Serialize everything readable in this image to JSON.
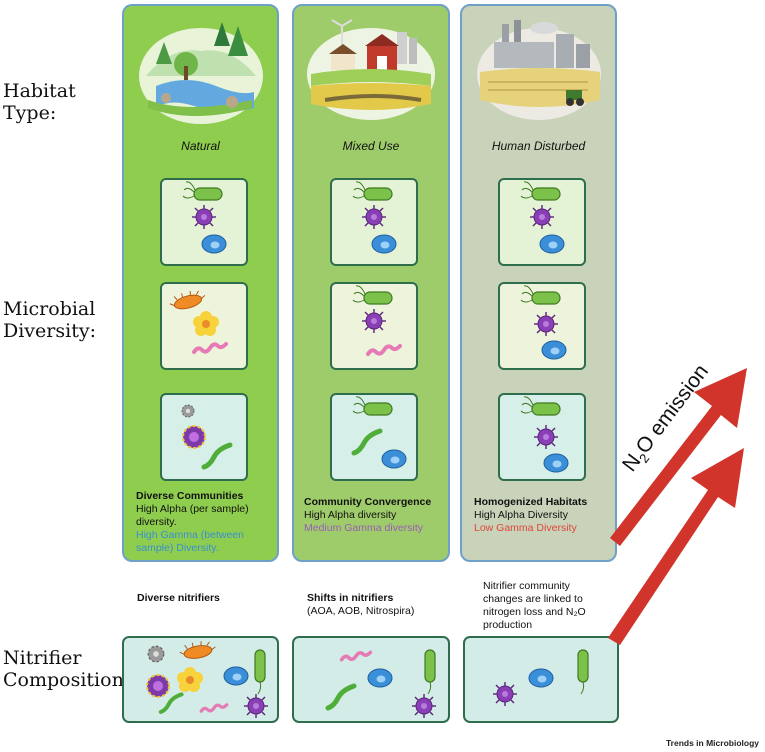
{
  "row_labels": {
    "habitat": "Habitat Type:",
    "habitat_line1": "Habitat",
    "habitat_line2": "Type:",
    "microbial_line1": "Microbial",
    "microbial_line2": "Diversity:",
    "nitrifier_line1": "Nitrifier",
    "nitrifier_line2": "Composition:"
  },
  "columns": [
    {
      "habitat": "Natural",
      "bg": "#8fcd4f",
      "title": "Diverse Communities",
      "line1": "High Alpha (per sample)",
      "line2": "diversity.",
      "gamma1": "High Gamma (between",
      "gamma2": "sample) Diversity.",
      "gamma_color": "#3a8fd0",
      "nitrifier_label": "Diverse nitrifiers"
    },
    {
      "habitat": "Mixed Use",
      "bg": "#9fcc6b",
      "title": "Community Convergence",
      "line1": "High Alpha diversity",
      "gamma1": "Medium Gamma diversity",
      "gamma_color": "#9a5db6",
      "nitrifier_label": "Shifts in nitrifiers",
      "nitrifier_sub": "(AOA, AOB, Nitrospira)"
    },
    {
      "habitat": "Human Disturbed",
      "bg": "#c9d3b9",
      "title": "Homogenized Habitats",
      "line1": "High Alpha Diversity",
      "gamma1": "Low Gamma Diversity",
      "gamma_color": "#e0453a",
      "nitrifier_line1": "Nitrifier community",
      "nitrifier_line2": "changes are linked to",
      "nitrifier_line3": "nitrogen loss and N₂O",
      "nitrifier_line4": "production"
    }
  ],
  "arrow_label": "N₂O emission",
  "arrow_label_n": "N",
  "arrow_label_sub": "2",
  "arrow_label_rest": "O emission",
  "arrow_color": "#d1342b",
  "footer": "Trends in Microbiology"
}
